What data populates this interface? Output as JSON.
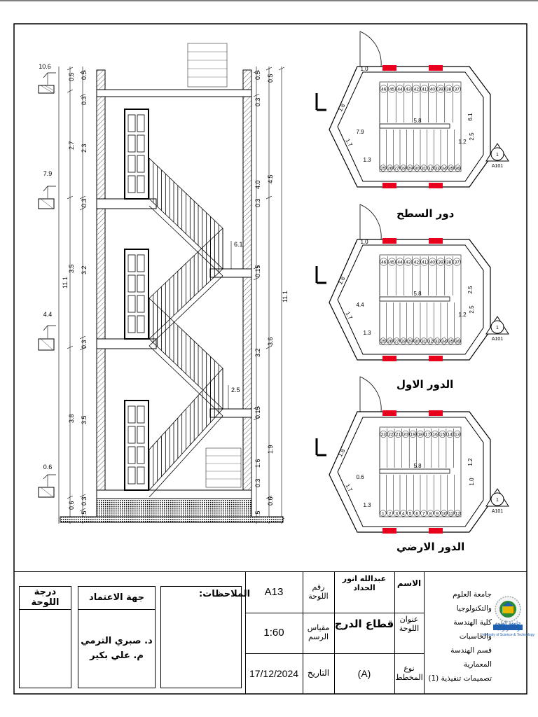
{
  "plans": {
    "roof": {
      "title": "دور السطح"
    },
    "first": {
      "title": "الدور الاول"
    },
    "ground": {
      "title": "الدور الارضي"
    },
    "section_ref": "A101",
    "section_num": "1"
  },
  "section": {
    "levels": [
      "10.6",
      "7.9",
      "4.4",
      "0.6"
    ],
    "total_height": "11.1",
    "left_dims": [
      "0.5",
      "0.5",
      "0.3",
      "2.7",
      "2.3",
      "0.3",
      "3.5",
      "3.2",
      "0.3",
      "3.8",
      "3.5",
      "0.3",
      "0.6",
      "0.5"
    ],
    "right_dims": [
      "0.5",
      "0.5",
      "0.3",
      "4.5",
      "4.0",
      "0.3",
      "0.15",
      "3.6",
      "3.2",
      "0.15",
      "1.9",
      "1.6",
      "0.3",
      "0.6",
      "0.5"
    ],
    "landing_dims": [
      "6.1",
      "2.5"
    ]
  },
  "plan_dims": {
    "roof": [
      "1.8",
      "1.7",
      "7.9",
      "1.3",
      "5.8",
      "6.1",
      "2.5",
      "1.2",
      "1.0"
    ],
    "first": [
      "1.8",
      "1.7",
      "4.4",
      "1.3",
      "5.8",
      "2.5",
      "2.5",
      "1.2",
      "1.0"
    ],
    "ground": [
      "1.8",
      "1.7",
      "0.6",
      "1.3",
      "5.8",
      "1.2",
      "1.0"
    ]
  },
  "stair_numbers": {
    "roof_top": [
      "46",
      "45",
      "44",
      "43",
      "42",
      "41",
      "40",
      "39",
      "38",
      "37"
    ],
    "roof_bottom": [
      "25",
      "26",
      "27",
      "28",
      "29",
      "30",
      "31",
      "32",
      "33",
      "34",
      "35",
      "36"
    ],
    "first_top": [
      "46",
      "45",
      "44",
      "43",
      "42",
      "41",
      "40",
      "39",
      "38",
      "37"
    ],
    "first_bottom": [
      "25",
      "26",
      "27",
      "28",
      "29",
      "30",
      "31",
      "32",
      "33",
      "34",
      "35",
      "36"
    ],
    "ground_top": [
      "23",
      "22",
      "21",
      "20",
      "19",
      "18",
      "17",
      "16",
      "15",
      "14",
      "13"
    ],
    "ground_bottom": [
      "1",
      "2",
      "3",
      "4",
      "5",
      "6",
      "7",
      "8",
      "9",
      "10",
      "11",
      "12"
    ]
  },
  "title_block": {
    "grade_label": "درجة اللوحة",
    "approval_label": "جهة الاعتماد",
    "approvers": [
      "د. صبري الترمي",
      "م. علي بكير"
    ],
    "notes_label": "الملاحظات:",
    "sheet_no_label": "رقم اللوحة",
    "sheet_no": "A13",
    "name_label": "الاسم",
    "name": "عبدالله انور الحداد",
    "scale_label": "مقياس الرسم",
    "scale": "1:60",
    "title_label": "عنوان اللوحة",
    "title": "قطاع الدرج",
    "date_label": "التاريخ",
    "date": "17/12/2024",
    "type_label": "نوع المخطط",
    "type": "(A)",
    "university": "جامعة العلوم والتكنولوجيا",
    "college": "كلية الهندسة والحاسبات",
    "department": "قسم الهندسة المعمارية",
    "course": "تصميمات تنفيذية (1)",
    "logo_text": "جامعة العلوم والتكنولوجيا",
    "logo_en": "University of Science & Technology"
  },
  "colors": {
    "accent": "#e8001c",
    "line": "#000000"
  }
}
